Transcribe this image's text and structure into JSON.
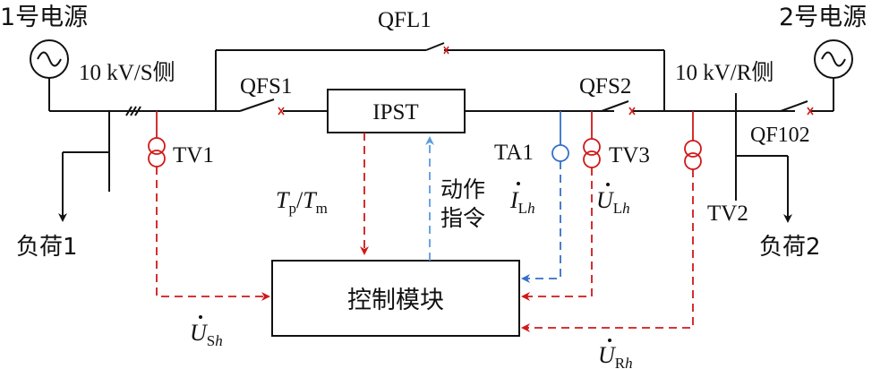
{
  "sources": {
    "left_label": "1号电源",
    "right_label": "2号电源"
  },
  "buses": {
    "left": "10 kV/S侧",
    "right": "10 kV/R侧"
  },
  "breakers": {
    "qfl1": "QFL1",
    "qfs1": "QFS1",
    "qfs2": "QFS2",
    "qf102": "QF102"
  },
  "device": {
    "ipst": "IPST",
    "controller": "控制模块"
  },
  "transformers": {
    "tv1": "TV1",
    "tv2": "TV2",
    "tv3": "TV3",
    "ta1": "TA1"
  },
  "loads": {
    "left": "负荷1",
    "right": "负荷2"
  },
  "signals": {
    "tp": "T",
    "tp_sub": "p",
    "slash": "/",
    "tm": "T",
    "tm_sub": "m",
    "cmd_line1": "动作",
    "cmd_line2": "指令",
    "i_lh": "I",
    "i_lh_sub_main": "L",
    "i_lh_sub_h": "h",
    "u_lh": "U",
    "u_lh_sub_main": "L",
    "u_lh_sub_h": "h",
    "u_sh": "U",
    "u_sh_sub_main": "S",
    "u_sh_sub_h": "h",
    "u_rh": "U",
    "u_rh_sub_main": "R",
    "u_rh_sub_h": "h"
  },
  "colors": {
    "measurement": "#d01818",
    "current": "#3470c4",
    "command": "#5b9be0",
    "line": "#111111"
  }
}
